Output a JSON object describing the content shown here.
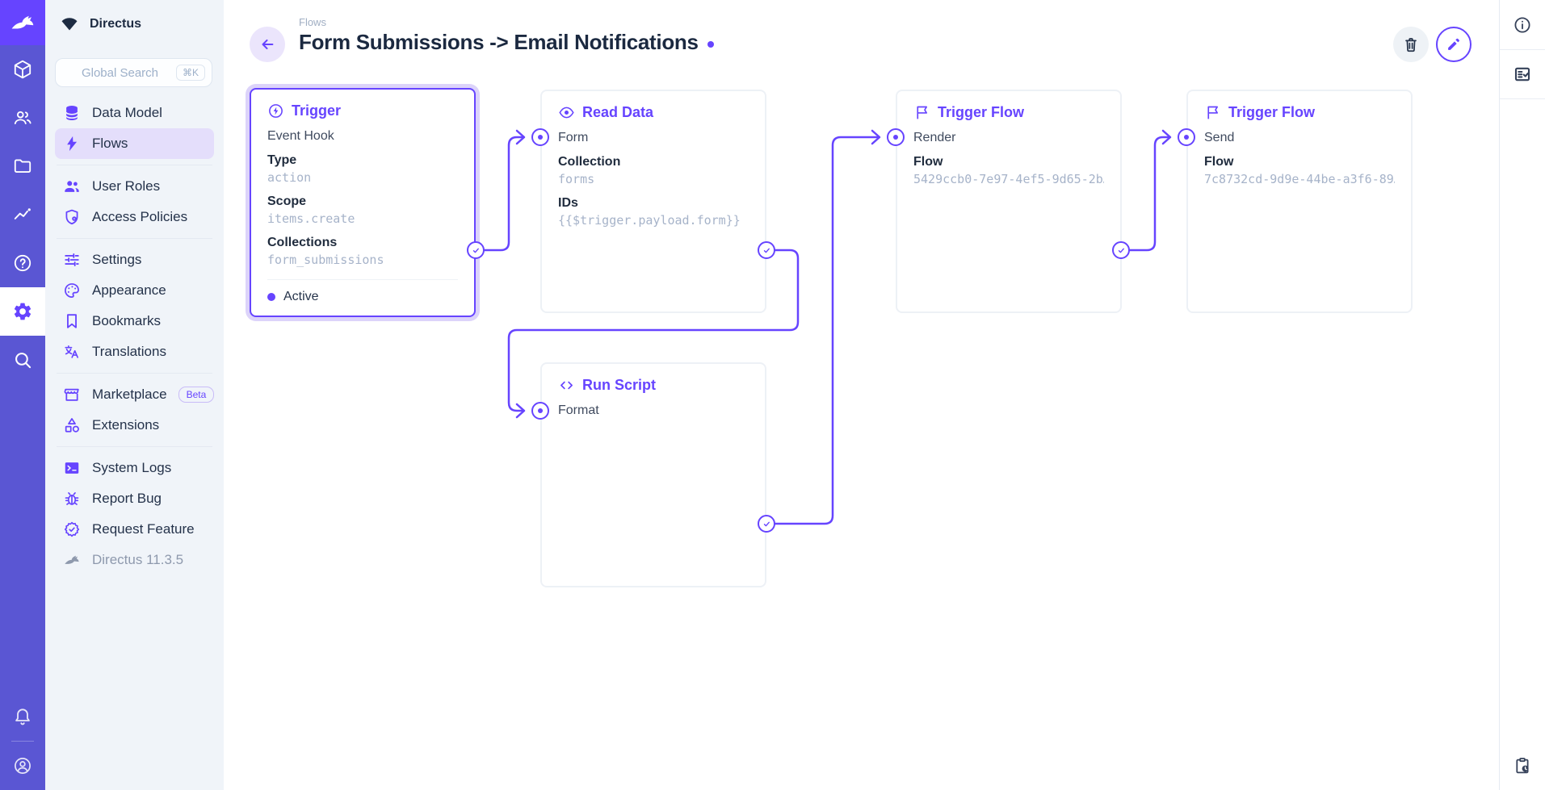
{
  "colors": {
    "accent": "#6644ff",
    "rail_bg": "#5a56d3",
    "rail_logo_bg": "#6644ff",
    "sidebar_bg": "#f0f4f9",
    "active_item_bg": "#e4defb",
    "title_text": "#1b2940",
    "mono_value_text": "#a6b3c9",
    "selected_halo": "#dcd3fa"
  },
  "rail": {
    "logo_icon": "directus-rabbit-icon",
    "modules": [
      "content-module",
      "users-module",
      "files-module",
      "insights-module",
      "help-module",
      "settings-module",
      "search-module"
    ],
    "active_module": "settings-module",
    "bottom": [
      "notifications",
      "account"
    ]
  },
  "project": {
    "name": "Directus"
  },
  "search": {
    "placeholder": "Global Search",
    "shortcut": "⌘K"
  },
  "sidebar": {
    "sections": [
      {
        "items": [
          {
            "label": "Data Model"
          },
          {
            "label": "Flows",
            "active": true
          }
        ]
      },
      {
        "items": [
          {
            "label": "User Roles"
          },
          {
            "label": "Access Policies"
          }
        ]
      },
      {
        "items": [
          {
            "label": "Settings"
          },
          {
            "label": "Appearance"
          },
          {
            "label": "Bookmarks"
          },
          {
            "label": "Translations"
          }
        ]
      },
      {
        "items": [
          {
            "label": "Marketplace",
            "badge": "Beta"
          },
          {
            "label": "Extensions"
          }
        ]
      },
      {
        "items": [
          {
            "label": "System Logs"
          },
          {
            "label": "Report Bug"
          },
          {
            "label": "Request Feature"
          }
        ]
      }
    ],
    "version": "Directus 11.3.5"
  },
  "header": {
    "breadcrumb": "Flows",
    "title": "Form Submissions -> Email Notifications",
    "unsaved_dot": true
  },
  "panels": {
    "trigger": {
      "title": "Trigger",
      "type_label": "Event Hook",
      "fields": [
        {
          "label": "Type",
          "value": "action"
        },
        {
          "label": "Scope",
          "value": "items.create"
        },
        {
          "label": "Collections",
          "value": "form_submissions"
        }
      ],
      "status": "Active"
    },
    "read_data": {
      "title": "Read Data",
      "name": "Form",
      "fields": [
        {
          "label": "Collection",
          "value": "forms"
        },
        {
          "label": "IDs",
          "value": "{{$trigger.payload.form}}"
        }
      ]
    },
    "run_script": {
      "title": "Run Script",
      "name": "Format"
    },
    "trigger_flow_render": {
      "title": "Trigger Flow",
      "name": "Render",
      "fields": [
        {
          "label": "Flow",
          "value": "5429ccb0-7e97-4ef5-9d65-2b…"
        }
      ]
    },
    "trigger_flow_send": {
      "title": "Trigger Flow",
      "name": "Send",
      "fields": [
        {
          "label": "Flow",
          "value": "7c8732cd-9d9e-44be-a3f6-89…"
        }
      ]
    }
  }
}
